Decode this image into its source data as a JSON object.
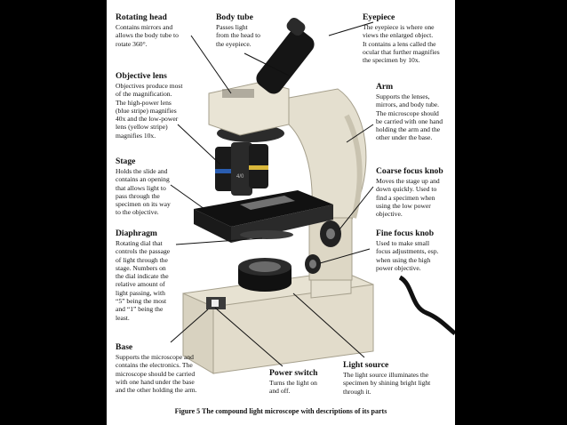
{
  "labels": {
    "rotating_head": {
      "title": "Rotating head",
      "desc": "Contains mirrors and\nallows the body tube to\nrotate 360°."
    },
    "body_tube": {
      "title": "Body tube",
      "desc": "Passes light\nfrom the head to\nthe eyepiece."
    },
    "eyepiece": {
      "title": "Eyepiece",
      "desc": "The eyepiece is where one\nviews the enlarged object.\nIt contains a lens called the\nocular that further magnifies\nthe specimen by 10x."
    },
    "objective_lens": {
      "title": "Objective lens",
      "desc": "Objectives produce most\nof the magnification.\nThe high-power lens\n(blue stripe) magnifies\n40x and the low-power\nlens (yellow stripe)\nmagnifies 10x."
    },
    "arm": {
      "title": "Arm",
      "desc": "Supports the lenses,\nmirrors, and body tube.\nThe microscope should\nbe carried with one hand\nholding the arm and the\nother under the base."
    },
    "stage": {
      "title": "Stage",
      "desc": "Holds the slide and\ncontains an opening\nthat allows light to\npass through the\nspecimen on its way\nto the objective."
    },
    "coarse_focus": {
      "title": "Coarse focus knob",
      "desc": "Moves the stage up and\ndown quickly. Used to\nfind a specimen when\nusing the low power\nobjective."
    },
    "diaphragm": {
      "title": "Diaphragm",
      "desc": "Rotating dial that\ncontrols the passage\nof light through the\nstage.  Numbers on\nthe dial indicate the\nrelative amount of\nlight passing, with\n“5” being the most\nand “1” being the\nleast."
    },
    "fine_focus": {
      "title": "Fine focus knob",
      "desc": "Used to make small\nfocus adjustments, esp.\nwhen using the high\npower objective."
    },
    "base": {
      "title": "Base",
      "desc": "Supports the microscope and\ncontains the electronics. The\nmicroscope should be carried\nwith one hand under the base\nand the other holding the arm."
    },
    "power_switch": {
      "title": "Power switch",
      "desc": "Turns the light on\nand off."
    },
    "light_source": {
      "title": "Light source",
      "desc": "The light source illuminates the\nspecimen by shining bright light\nthrough it."
    }
  },
  "caption": "Figure 5 The compound light microscope with descriptions of its parts",
  "objective_text": "4/0",
  "colors": {
    "body": "#e7e2d2",
    "shadow": "#bdb7a4",
    "stage": "#1e1e1e",
    "background": "#000000",
    "panel": "#ffffff"
  }
}
